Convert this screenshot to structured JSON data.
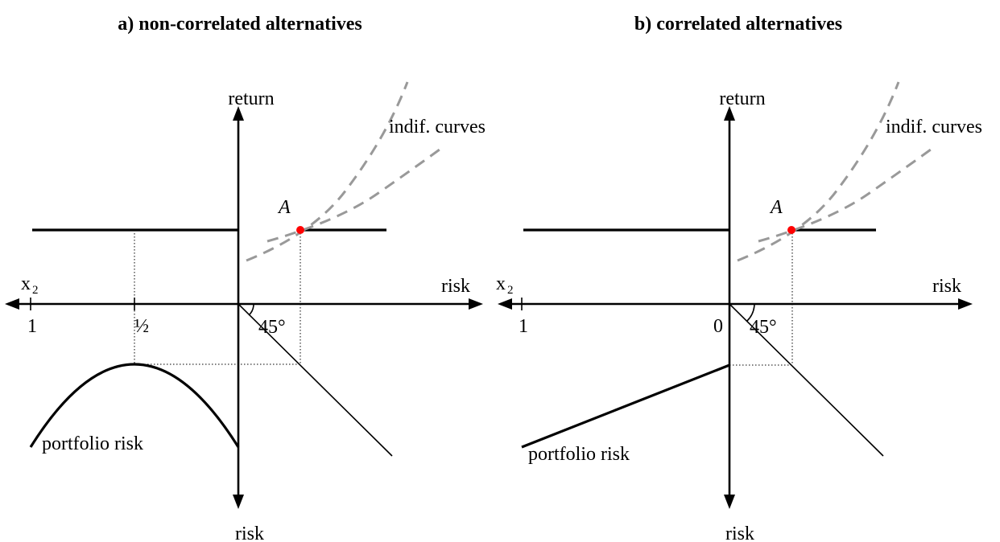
{
  "panel_a": {
    "title": "a) non-correlated alternatives",
    "y_axis_label": "return",
    "x_axis_label": "risk",
    "lower_axis_label": "risk",
    "left_axis_label": "x",
    "left_axis_subscript": "2",
    "tick_left": "1",
    "tick_mid": "½",
    "angle_label": "45°",
    "curves_label": "indif. curves",
    "point_label": "A",
    "risk_curve_label": "portfolio risk"
  },
  "panel_b": {
    "title": "b) correlated alternatives",
    "y_axis_label": "return",
    "x_axis_label": "risk",
    "lower_axis_label": "risk",
    "left_axis_label": "x",
    "left_axis_subscript": "2",
    "tick_left": "1",
    "tick_mid": "0",
    "angle_label": "45°",
    "curves_label": "indif. curves",
    "point_label": "A",
    "risk_curve_label": "portfolio risk"
  },
  "colors": {
    "point": "#ff0000",
    "indifference_curves": "#999999",
    "lines": "#000000"
  }
}
